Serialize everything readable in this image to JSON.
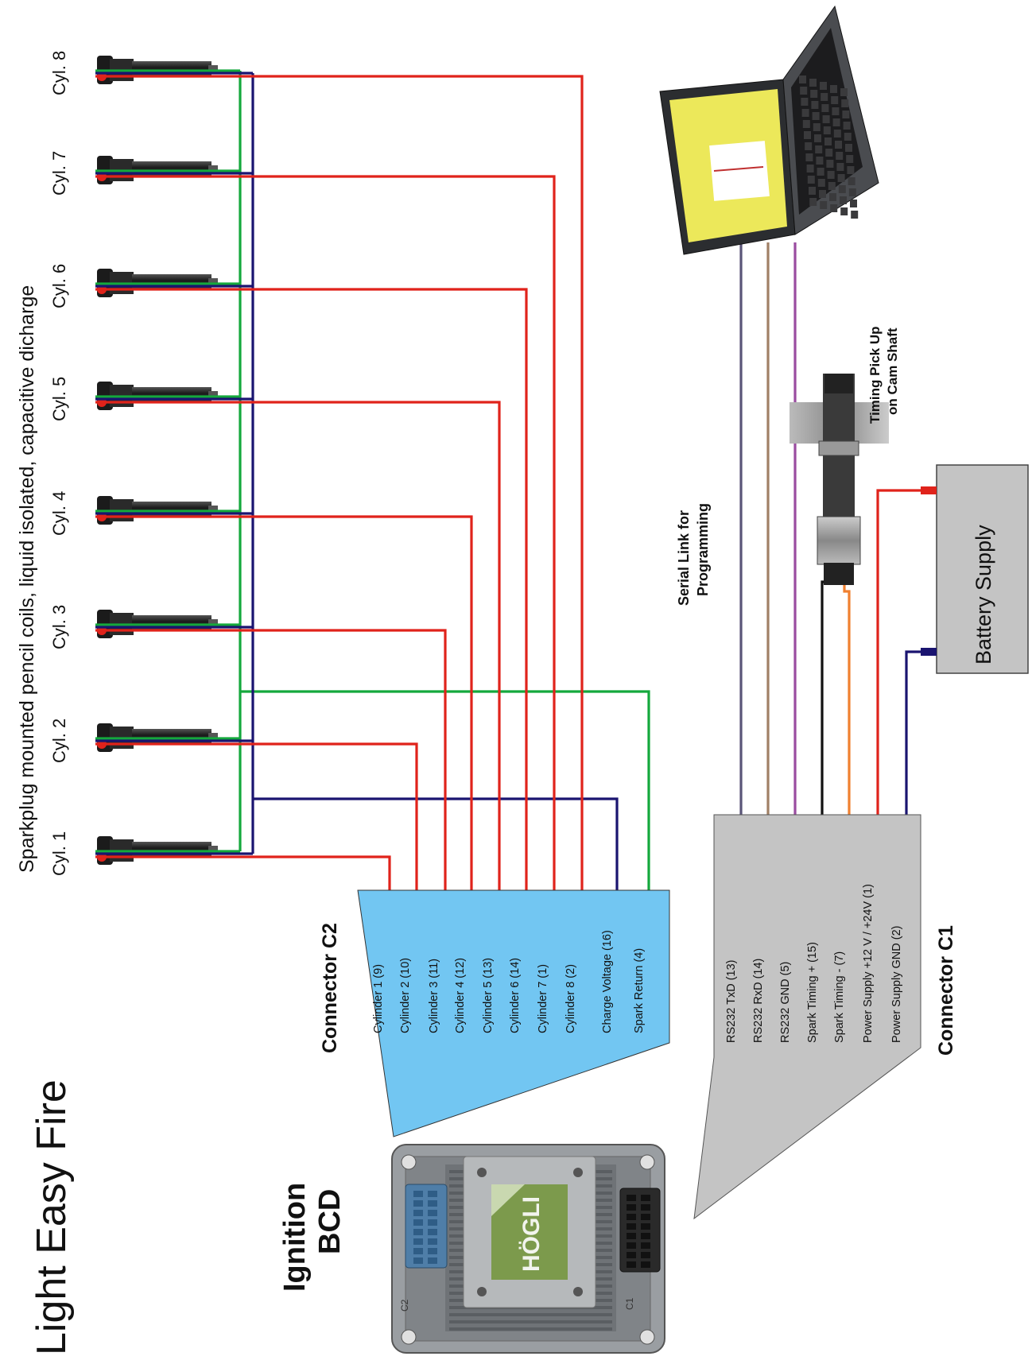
{
  "title": "Light Easy Fire",
  "subtitle": "Sparkplug mounted pencil coils, liquid isolated, capacitive dicharge",
  "cylinders": [
    "Cyl. 1",
    "Cyl. 2",
    "Cyl. 3",
    "Cyl. 4",
    "Cyl. 5",
    "Cyl. 6",
    "Cyl. 7",
    "Cyl. 8"
  ],
  "ignition_label": [
    "Ignition",
    "BCD"
  ],
  "device_brand": "HÖGLI",
  "device_port_labels": [
    "C2",
    "C1"
  ],
  "connector_c2": {
    "title": "Connector C2",
    "pins": [
      "Cylinder 1 (9)",
      "Cylinder 2 (10)",
      "Cylinder 3 (11)",
      "Cylinder 4 (12)",
      "Cylinder 5 (13)",
      "Cylinder 6 (14)",
      "Cylinder 7 (1)",
      "Cylinder 8 (2)",
      "Charge Voltage (16)",
      "Spark Return (4)"
    ]
  },
  "connector_c1": {
    "title": "Connector C1",
    "pins": [
      "RS232 TxD (13)",
      "RS232 RxD (14)",
      "RS232 GND (5)",
      "Spark Timing + (15)",
      "Spark Timing - (7)",
      "Power Supply +12 V / +24V (1)",
      "Power Supply GND (2)"
    ]
  },
  "serial_link_label": [
    "Serial Link for",
    "Programming"
  ],
  "timing_label": [
    "Timing Pick Up",
    "on Cam Shaft"
  ],
  "battery_label": "Battery Supply",
  "colors": {
    "red": "#e0231b",
    "green": "#14a83c",
    "navy": "#1a1470",
    "c2_fill": "#72c6f2",
    "c1_fill": "#c4c4c4",
    "txd": "#5a5578",
    "rxd": "#a08066",
    "gnd_rs": "#9a4ca0",
    "timing_plus": "#111111",
    "timing_minus": "#f08030"
  }
}
